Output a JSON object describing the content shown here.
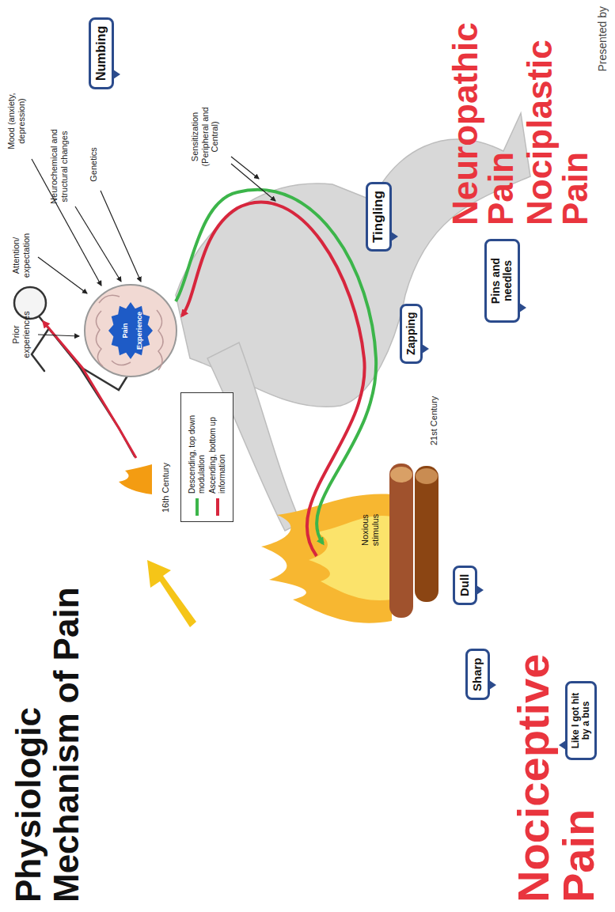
{
  "diagram": {
    "title": "Physiologic Mechanism of Pain",
    "nodes": [
      {
        "text": [
          "Pain Experience"
        ]
      },
      {
        "text": [
          "Sharp"
        ]
      },
      {
        "text": [
          "Dull"
        ]
      },
      {
        "text": [
          "Like I got hit by a bus"
        ]
      },
      {
        "text": [
          "Zapping"
        ]
      },
      {
        "text": [
          "Tingling"
        ]
      },
      {
        "text": [
          "Pins and needles"
        ]
      },
      {
        "text": [
          "Numbing"
        ]
      }
    ],
    "labels": [
      "16th Century",
      "21st Century",
      "Prior experiences",
      "Attention/ expectation",
      "Mood (anxiety, depression)",
      "Neurochemical and structural changes",
      "Genetics",
      "Sensitization (Peripheral and Central)",
      "Noxious stimulus",
      "Nociceptive Pain",
      "Neuropathic Pain",
      "Nociplastic Pain",
      "Presented by"
    ],
    "legend": [
      {
        "text": "Descending, top down modulation"
      },
      {
        "text": "Ascending, bottom up information"
      }
    ]
  }
}
